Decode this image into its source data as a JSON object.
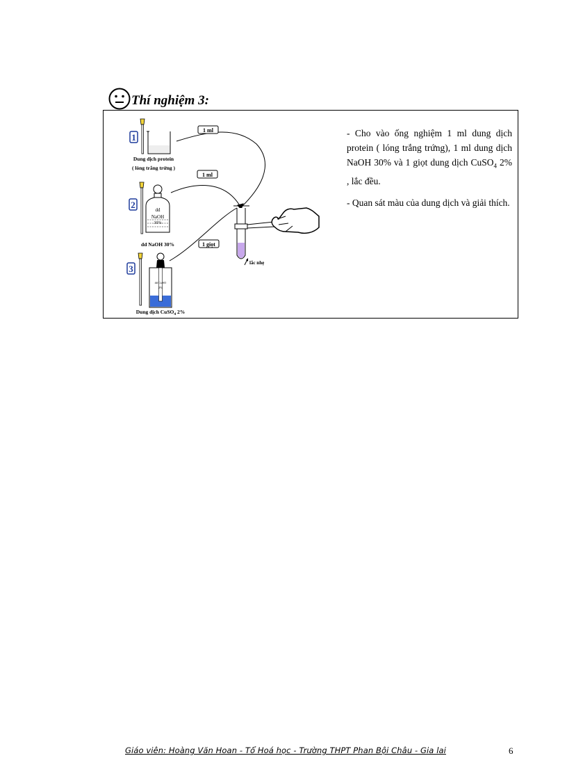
{
  "heading": {
    "icon": "neutral-face-icon",
    "title": "Thí nghiệm 3:"
  },
  "diagram": {
    "steps": [
      {
        "number": "1",
        "label_line1": "Dung dịch protein",
        "label_line2": "( lòng trắng trứng )",
        "amount": "1 ml"
      },
      {
        "number": "2",
        "label": "dd NaOH 30%",
        "bottle_text_1": "dd",
        "bottle_text_2": "NaOH",
        "bottle_text_3": "30%",
        "amount": "1 ml"
      },
      {
        "number": "3",
        "label": "Dung dịch CuSO",
        "label_sub": "4",
        "label_tail": " 2%",
        "bottle_text_1": "dd CuSO",
        "bottle_text_2": "2%",
        "amount": "1 giọt"
      }
    ],
    "shake_label": "lắc nhẹ",
    "colors": {
      "step_number": "#1e3c9c",
      "copper_solution": "#3a6cd8",
      "mixture": "#c8a8ec",
      "dropper_bulb": "#f2d43a"
    }
  },
  "instructions": {
    "line1": "- Cho vào ống nghiệm 1 ml dung dịch protein ( lóng trắng trứng), 1 ml dung dịch NaOH 30% và 1 giọt dung dịch CuSO",
    "line1_sub": "4",
    "line1_tail": " 2% , lắc đều.",
    "line2": "- Quan sát màu của dung dịch và giải thích."
  },
  "footer": {
    "text": "Giáo viên: Hoàng Văn Hoan - Tổ Hoá học - Trường THPT Phan Bội Châu - Gia lai",
    "page_number": "6"
  }
}
